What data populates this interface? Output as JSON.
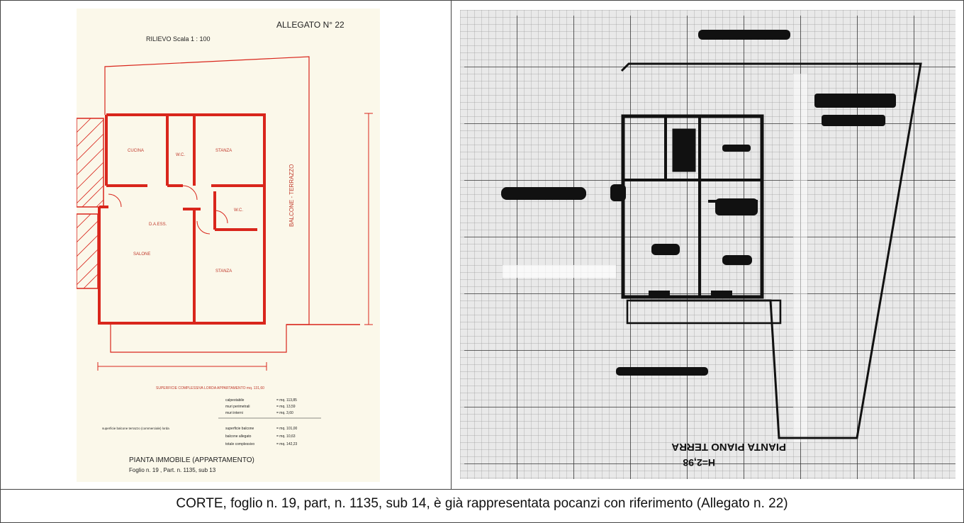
{
  "left_drawing": {
    "attachment_label": "ALLEGATO N° 22",
    "survey_scale": "RILIEVO Scala 1 : 100",
    "rooms": {
      "kitchen": "CUCINA",
      "wc_1": "W.C.",
      "bedroom_top": "STANZA",
      "wc_2": "W.C.",
      "corridor": "D.A.ESS.",
      "living": "SALONE",
      "bedroom_bottom": "STANZA"
    },
    "balcony_label": "BALCONE - TERRAZZO",
    "surface_heading": "SUPERFICIE COMPLESSIVA LORDA APPARTAMENTO mq. 131,60",
    "surface_rows": [
      {
        "label": "calpestabile",
        "value": "= mq. 113,85"
      },
      {
        "label": "muri perimetrali",
        "value": "= mq. 13,59"
      },
      {
        "label": "muri interni",
        "value": "= mq. 3,60"
      }
    ],
    "balcony_row_label": "superficie balcone terrazzo (commerciale) lorda",
    "balcony_rows": [
      {
        "label": "superficie balcone",
        "value": "= mq. 101,00"
      },
      {
        "label": "balcone allegato",
        "value": "= mq. 10,63"
      },
      {
        "label": "totale complessivo",
        "value": "= mq. 142,23"
      }
    ],
    "title_line1": "PIANTA IMMOBILE (APPARTAMENTO)",
    "title_line2": "Foglio n. 19 , Part. n. 1135, sub 13"
  },
  "right_drawing": {
    "stamp_text": "PIANTA PIANO TERRA",
    "height_text": "H=2,98"
  },
  "caption": "CORTE, foglio n. 19, part, n. 1135, sub 14, è già rappresentata pocanzi con riferimento (Allegato n. 22)"
}
